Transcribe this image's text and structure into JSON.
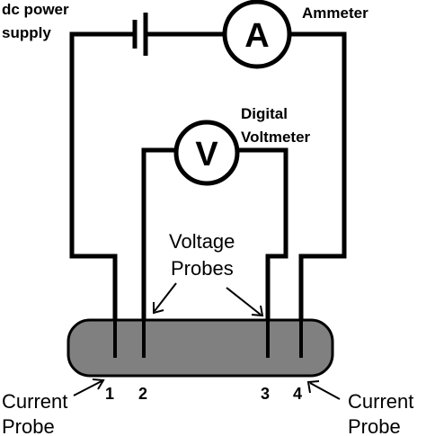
{
  "labels": {
    "power_supply_line1": "dc power",
    "power_supply_line2": "supply",
    "ammeter": "Ammeter",
    "voltmeter_line1": "Digital",
    "voltmeter_line2": "Voltmeter",
    "voltage_probes_line1": "Voltage",
    "voltage_probes_line2": "Probes",
    "current_probe_left_line1": "Current",
    "current_probe_left_line2": "Probe",
    "current_probe_right_line1": "Current",
    "current_probe_right_line2": "Probe"
  },
  "meters": {
    "ammeter_symbol": "A",
    "voltmeter_symbol": "V"
  },
  "probe_numbers": [
    "1",
    "2",
    "3",
    "4"
  ],
  "colors": {
    "sample_fill": "#808080",
    "wire": "#000000",
    "background": "#ffffff"
  }
}
